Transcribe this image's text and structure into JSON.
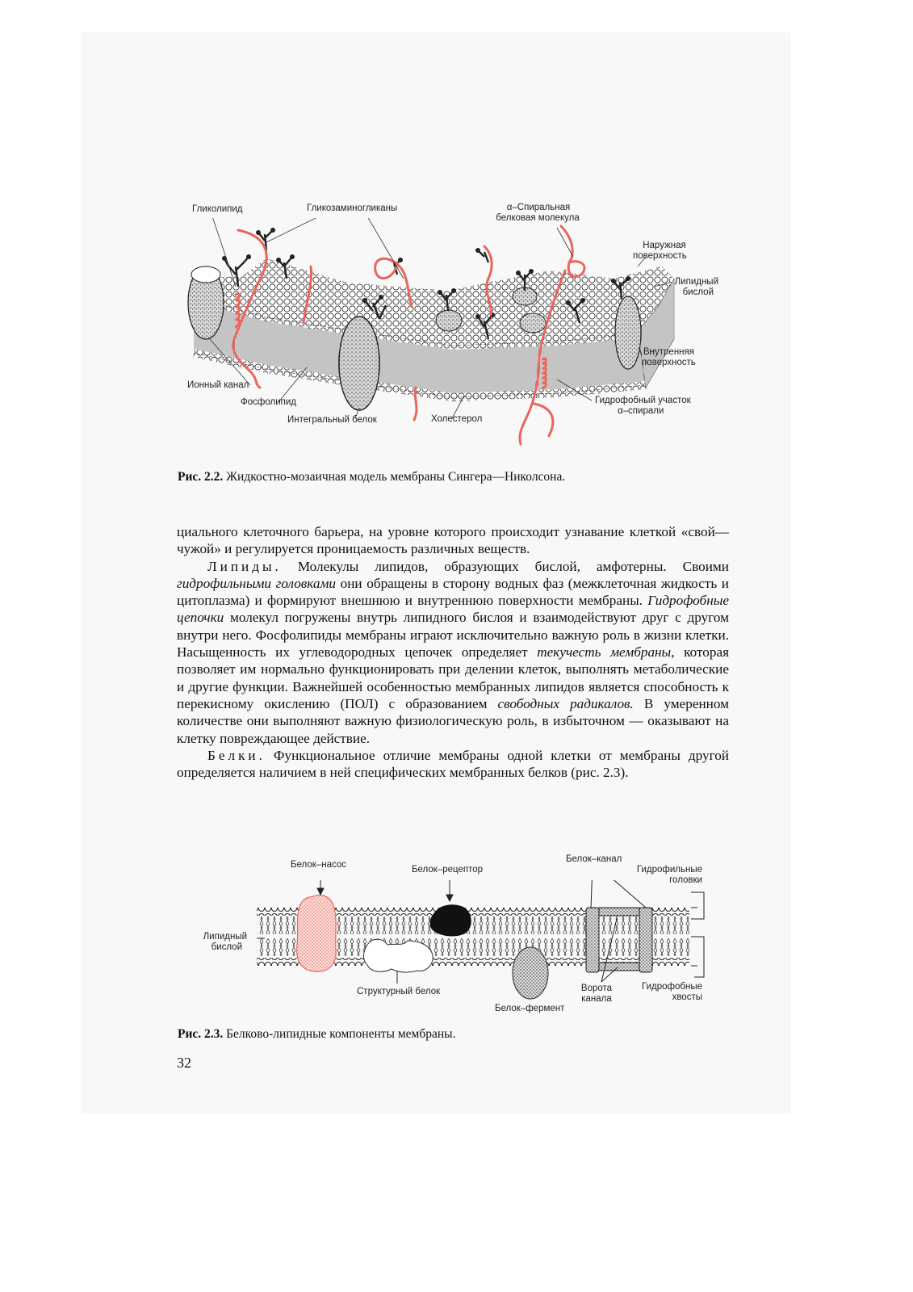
{
  "figure1": {
    "labels": {
      "glycolipid": "Гликолипид",
      "glycosaminoglycans": "Гликозаминогликаны",
      "alpha_helix_1": "α–Спиральная",
      "alpha_helix_2": "белковая молекула",
      "outer_surface_1": "Наружная",
      "outer_surface_2": "поверхность",
      "lipid_bilayer_1": "Липидный",
      "lipid_bilayer_2": "бислой",
      "inner_surface_1": "Внутренняя",
      "inner_surface_2": "поверхность",
      "ion_channel": "Ионный канал",
      "phospholipid": "Фосфолипид",
      "integral_protein": "Интегральный белок",
      "cholesterol": "Холестерол",
      "hydrophobic_1": "Гидрофобный участок",
      "hydrophobic_2": "α–спирали"
    },
    "caption_num": "Рис. 2.2.",
    "caption_text": " Жидкостно-мозаичная модель мембраны Сингера—Николсона."
  },
  "text": {
    "p1": "циального клеточного барьера, на уровне которого происходит узнавание клеткой «свой—чужой» и регулируется проницаемость различных веществ.",
    "p2_head": "Липиды.",
    "p2_a": " Молекулы липидов, образующих бислой, амфотерны. Своими ",
    "p2_em1": "гидрофильными головками",
    "p2_b": " они обращены в сторону водных фаз (межклеточная жидкость и цитоплазма) и формируют внешнюю и внутреннюю поверхности мембраны. ",
    "p2_em2": "Гидрофобные цепочки",
    "p2_c": " молекул погружены внутрь липидного бислоя и взаимодействуют друг с другом внутри него. Фосфолипиды мембраны играют исключительно важную роль в жизни клетки. Насыщенность их углеводородных цепочек определяет ",
    "p2_em3": "текучесть мембраны,",
    "p2_d": " которая позволяет им нормально функционировать при делении клеток, выполнять метаболические и другие функции. Важнейшей особенностью мембранных липидов является способность к перекисному окислению (ПОЛ) с образованием ",
    "p2_em4": "свободных радикалов.",
    "p2_e": " В умеренном количестве они выполняют важную физиологическую роль, в избыточном — оказывают на клетку повреждающее действие.",
    "p3_head": "Белки.",
    "p3_a": " Функциональное отличие мембраны одной клетки от мембраны другой определяется наличием в ней специфических мембранных белков (рис. 2.3)."
  },
  "figure2": {
    "labels": {
      "pump": "Белок–насос",
      "receptor": "Белок–рецептор",
      "channel": "Белок–канал",
      "hydrophilic_1": "Гидрофильные",
      "hydrophilic_2": "головки",
      "lipid_bilayer_1": "Липидный",
      "lipid_bilayer_2": "бислой",
      "structural": "Структурный белок",
      "gate_1": "Ворота",
      "gate_2": "канала",
      "hydrophobic_1": "Гидрофобные",
      "hydrophobic_2": "хвосты",
      "enzyme": "Белок–фермент"
    },
    "caption_num": "Рис. 2.3.",
    "caption_text": " Белково-липидные компоненты мембраны."
  },
  "page_number": "32",
  "colors": {
    "accent": "#e8665c",
    "ink": "#222222"
  }
}
